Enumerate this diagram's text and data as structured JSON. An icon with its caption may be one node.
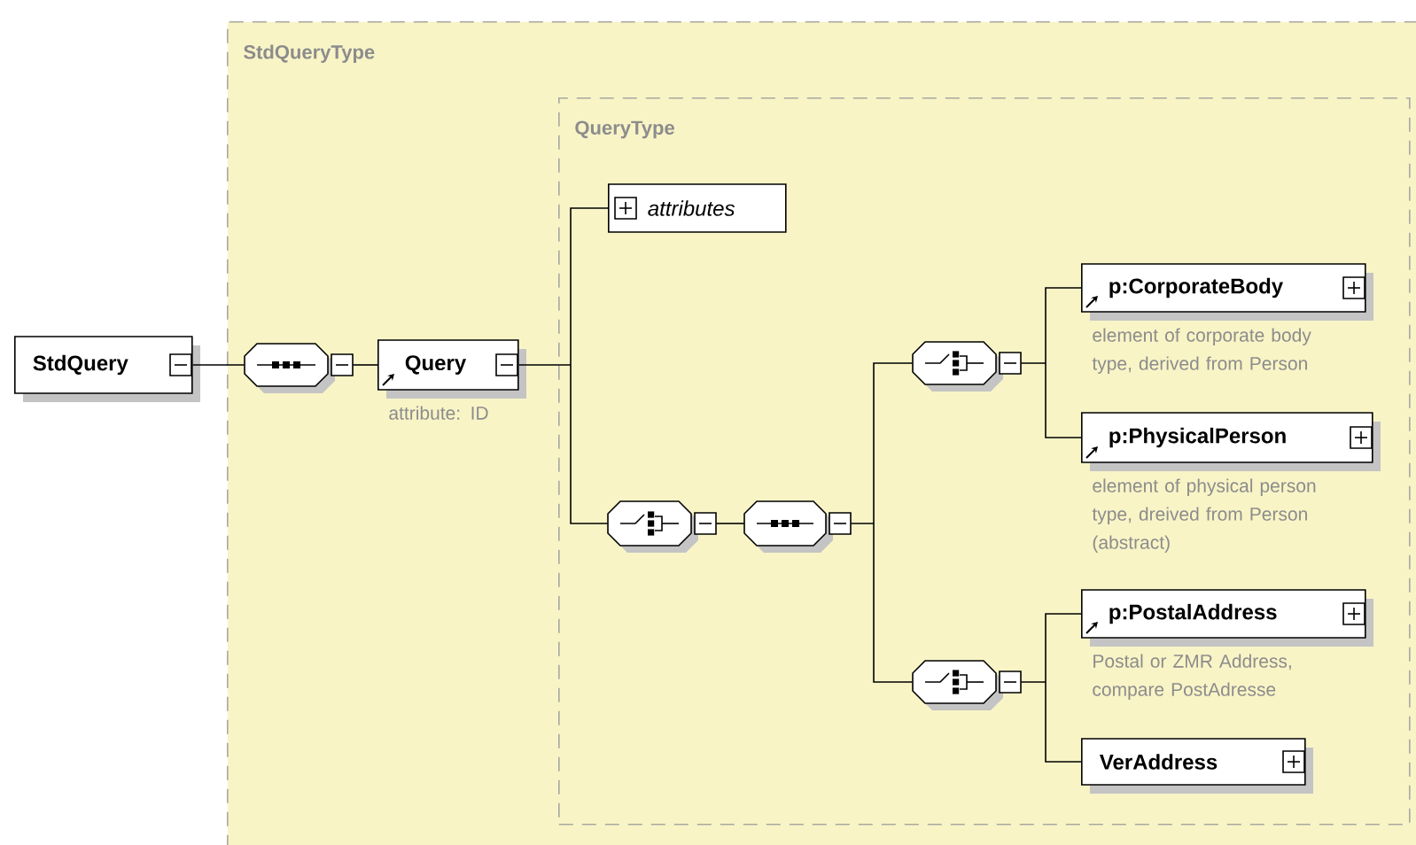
{
  "diagram": {
    "nodes": [
      {
        "text": [
          "StdQueryType"
        ]
      },
      {
        "text": [
          "StdQuery"
        ]
      },
      {
        "text": [],
        "shape": "octagon",
        "in": 0
      },
      {
        "text": [
          "QueryType"
        ],
        "in": 0
      },
      {
        "text": [
          "Query"
        ],
        "in": 0,
        "beside": [
          "attribute: ID"
        ]
      },
      {
        "text": [
          "attributes"
        ],
        "in": 3
      },
      {
        "text": [],
        "shape": "octagon",
        "in": 3
      },
      {
        "text": [],
        "shape": "octagon",
        "in": 3
      },
      {
        "text": [],
        "shape": "octagon",
        "in": 3
      },
      {
        "text": [
          "p:CorporateBody"
        ],
        "in": 3,
        "beside": [
          "element of corporate body type, derived from Person"
        ]
      },
      {
        "text": [
          "p:PhysicalPerson"
        ],
        "in": 3,
        "beside": [
          "element of physical person type, dreived from Person (abstract)"
        ]
      },
      {
        "text": [],
        "shape": "octagon",
        "in": 3
      },
      {
        "text": [
          "p:PostalAddress"
        ],
        "in": 3,
        "beside": [
          "Postal or ZMR Address, compare PostAdresse"
        ]
      },
      {
        "text": [
          "VerAddress"
        ],
        "in": 3
      }
    ],
    "edges": [
      {
        "from": 1,
        "to": 2,
        "arrow": "none"
      },
      {
        "from": 2,
        "to": 4,
        "arrow": "none"
      },
      {
        "from": 4,
        "to": 5,
        "arrow": "none"
      },
      {
        "from": 4,
        "to": 6,
        "arrow": "none"
      },
      {
        "from": 6,
        "to": 7,
        "arrow": "none"
      },
      {
        "from": 7,
        "to": 8,
        "arrow": "none"
      },
      {
        "from": 7,
        "to": 11,
        "arrow": "none"
      },
      {
        "from": 8,
        "to": 9,
        "arrow": "none"
      },
      {
        "from": 8,
        "to": 10,
        "arrow": "none"
      },
      {
        "from": 11,
        "to": 12,
        "arrow": "none"
      },
      {
        "from": 11,
        "to": 13,
        "arrow": "none"
      }
    ]
  }
}
